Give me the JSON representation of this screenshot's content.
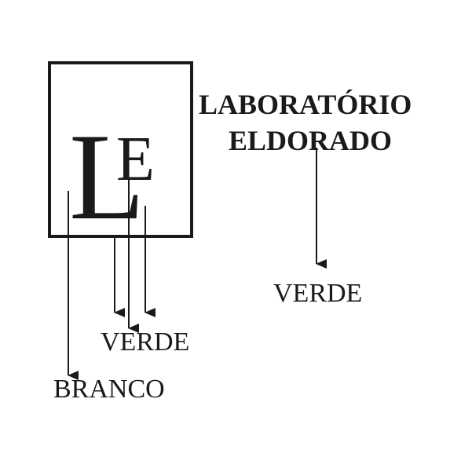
{
  "logo": {
    "letter_l": "L",
    "letter_e": "E"
  },
  "company": {
    "line1": "LABORATÓRIO",
    "line2": "ELDORADO"
  },
  "annotations": {
    "verde_right": "VERDE",
    "verde_center": "VERDE",
    "branco": "BRANCO"
  },
  "colors": {
    "ink": "#1a1a1a",
    "background": "#ffffff"
  }
}
